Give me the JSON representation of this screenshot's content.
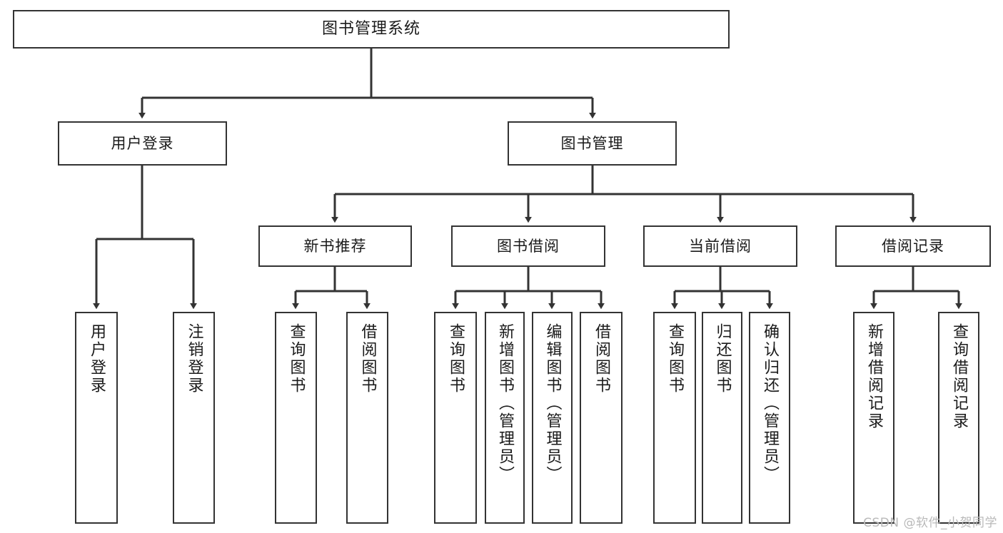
{
  "diagram": {
    "title": "图书管理系统",
    "type": "hierarchy-tree",
    "root": {
      "label": "图书管理系统"
    },
    "level1": [
      {
        "label": "用户登录"
      },
      {
        "label": "图书管理"
      }
    ],
    "level2": [
      {
        "label": "新书推荐"
      },
      {
        "label": "图书借阅"
      },
      {
        "label": "当前借阅"
      },
      {
        "label": "借阅记录"
      }
    ],
    "leaves": {
      "user_login": [
        {
          "label": "用户登录"
        },
        {
          "label": "注销登录"
        }
      ],
      "new_book_recommend": [
        {
          "label": "查询图书"
        },
        {
          "label": "借阅图书"
        }
      ],
      "book_borrow": [
        {
          "label": "查询图书"
        },
        {
          "label": "新增图书（管理员）"
        },
        {
          "label": "编辑图书（管理员）"
        },
        {
          "label": "借阅图书"
        }
      ],
      "current_borrow": [
        {
          "label": "查询图书"
        },
        {
          "label": "归还图书"
        },
        {
          "label": "确认归还（管理员）"
        }
      ],
      "borrow_record": [
        {
          "label": "新增借阅记录"
        },
        {
          "label": "查询借阅记录"
        }
      ]
    }
  },
  "watermark": {
    "text": "CSDN @软件_小贺同学"
  },
  "colors": {
    "border": "#333333",
    "background": "#ffffff",
    "text": "#1a1a1a",
    "watermark": "#b9b9b9"
  }
}
